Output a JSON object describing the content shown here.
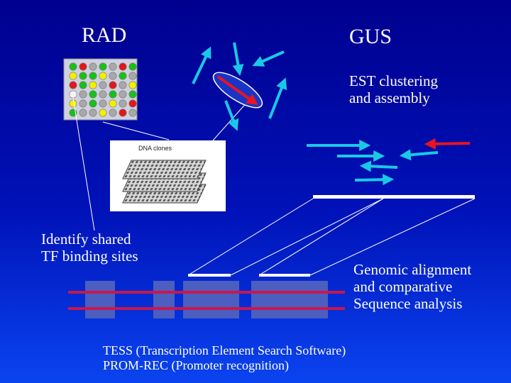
{
  "labels": {
    "rad": "RAD",
    "gus": "GUS",
    "est": "EST clustering\nand assembly",
    "tf": "Identify shared\nTF binding sites",
    "genomic": "Genomic alignment\nand comparative\nSequence analysis",
    "tess": "TESS (Transcription Element Search Software)\nPROM-REC (Promoter recognition)",
    "dna_clones": "DNA clones"
  },
  "microarray_grid": [
    [
      "green",
      "red",
      "gray",
      "green",
      "gray",
      "red",
      "green"
    ],
    [
      "yellow",
      "green",
      "green",
      "yellow",
      "gray",
      "green",
      "gray"
    ],
    [
      "red",
      "green",
      "yellow",
      "gray",
      "red",
      "gray",
      "yellow"
    ],
    [
      "white",
      "gray",
      "green",
      "gray",
      "green",
      "gray",
      "green"
    ],
    [
      "yellow",
      "gray",
      "green",
      "gray",
      "yellow",
      "gray",
      "red"
    ],
    [
      "green",
      "gray",
      "gray",
      "yellow",
      "gray",
      "red",
      "gray"
    ]
  ],
  "colors": {
    "cyan": "#19c8e6",
    "red": "#e8141e",
    "background": "#0012b8",
    "exon_box": "#4c5ec0",
    "rail": "#c8184c"
  }
}
